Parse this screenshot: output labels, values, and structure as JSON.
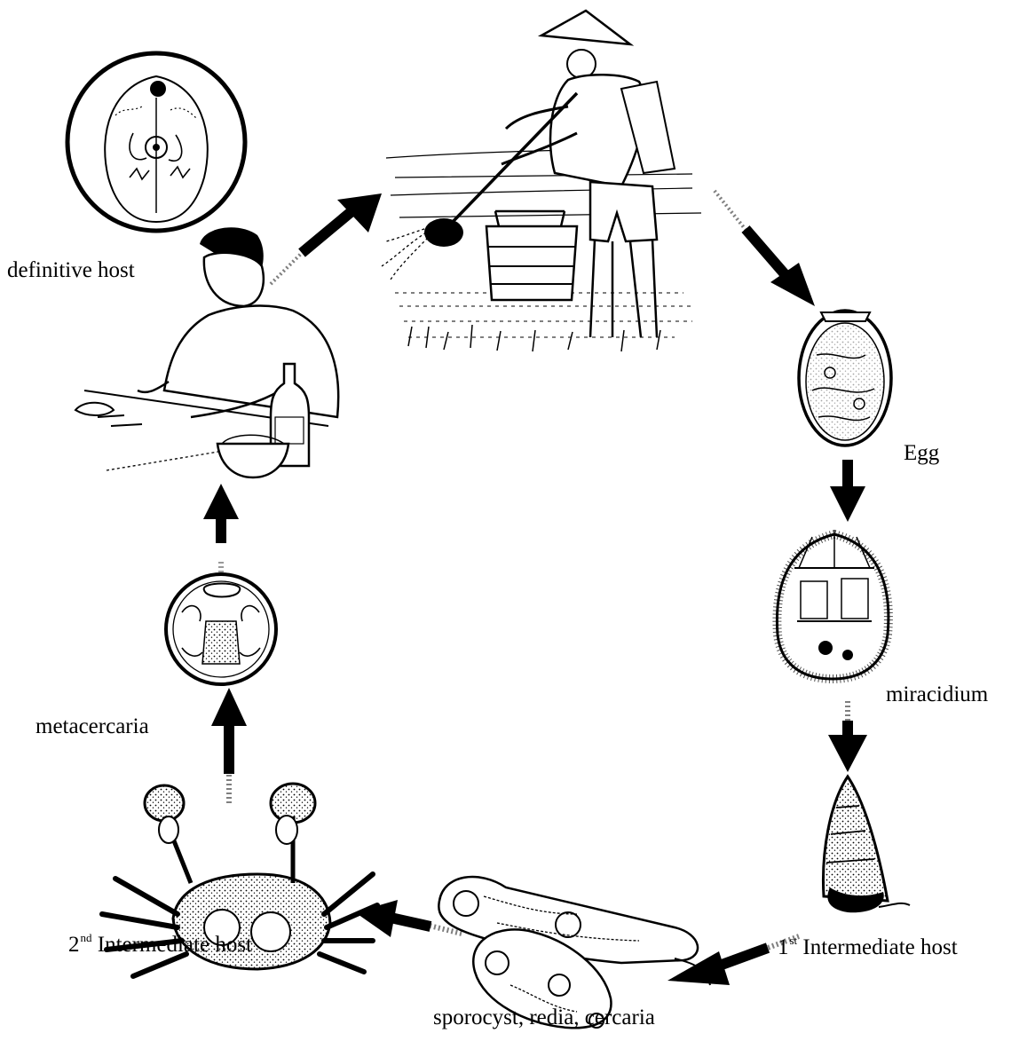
{
  "labels": {
    "definitive_host": "definitive host",
    "egg": "Egg",
    "miracidium": "miracidium",
    "first_host_num": "1",
    "first_host_sup": "st",
    "first_host_text": " Intermediate host",
    "stages": "sporocyst, redia, cercaria",
    "second_host_num": "2",
    "second_host_sup": "nd",
    "second_host_text": " Intermediate host",
    "metacercaria": "metacercaria"
  },
  "colors": {
    "ink": "#000000",
    "paper": "#ffffff"
  }
}
